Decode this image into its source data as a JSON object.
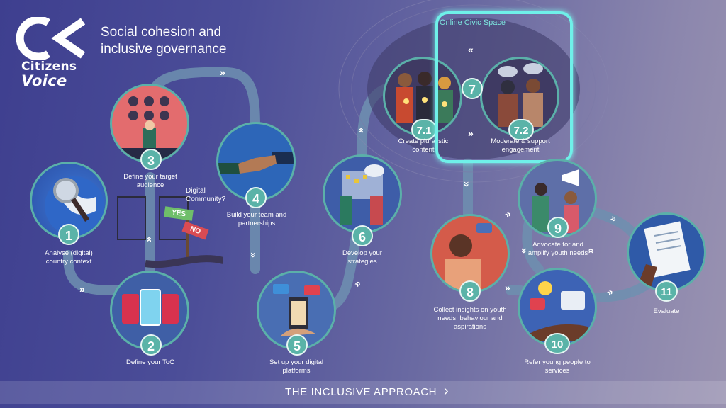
{
  "logo": {
    "line1": "Citizens",
    "line2": "Voice"
  },
  "tagline": "Social cohesion and inclusive governance",
  "civic_space_title": "Online Civic Space",
  "steps": [
    {
      "num": "1",
      "label": "Analyse (digital) country context"
    },
    {
      "num": "2",
      "label": "Define your ToC"
    },
    {
      "num": "3",
      "label": "Define your target audience"
    },
    {
      "num": "4",
      "label": "Build your team and partnerships"
    },
    {
      "num": "5",
      "label": "Set up your digital platforms"
    },
    {
      "num": "6",
      "label": "Develop your strategies"
    },
    {
      "num": "7",
      "label": ""
    },
    {
      "num": "7.1",
      "label": "Create pluralistic content"
    },
    {
      "num": "7.2",
      "label": "Moderate & support engagement"
    },
    {
      "num": "8",
      "label": "Collect insights on youth needs, behaviour and aspirations"
    },
    {
      "num": "9",
      "label": "Advocate for and amplify youth needs"
    },
    {
      "num": "10",
      "label": "Refer young people to services"
    },
    {
      "num": "11",
      "label": "Evaluate"
    }
  ],
  "signpost": {
    "question": "Digital Community?",
    "yes": "YES",
    "no": "NO"
  },
  "footer": {
    "text": "THE INCLUSIVE APPROACH"
  },
  "colors": {
    "teal": "#5ab3a8",
    "highlight": "#6ff0e9",
    "path": "#6f8fb0"
  }
}
